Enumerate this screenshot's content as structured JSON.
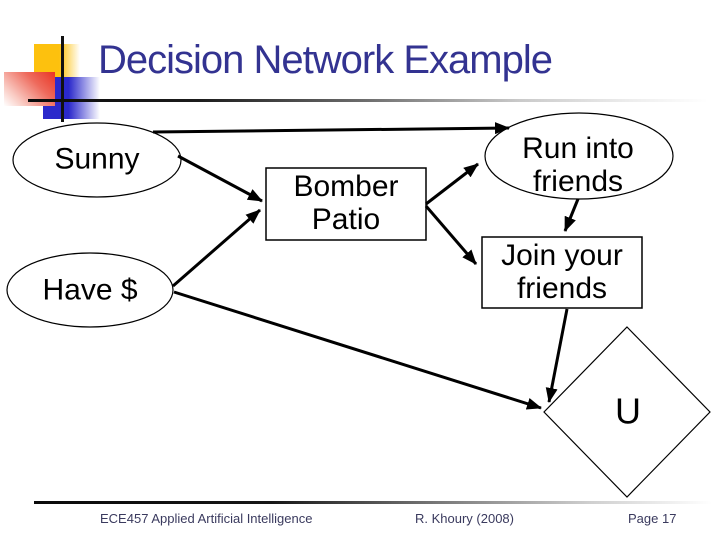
{
  "slide": {
    "title": "Decision Network Example",
    "title_color": "#333391",
    "accent_colors": {
      "yellow": "#fdc10e",
      "blue": "#2b29cb",
      "red": "#e93423"
    }
  },
  "diagram": {
    "nodes": [
      {
        "id": "sunny",
        "label": "Sunny",
        "shape": "ellipse"
      },
      {
        "id": "have-money",
        "label": "Have $",
        "shape": "ellipse"
      },
      {
        "id": "bomber-patio",
        "label": "Bomber Patio",
        "shape": "rectangle"
      },
      {
        "id": "run-into-friends",
        "label": "Run into friends",
        "shape": "ellipse"
      },
      {
        "id": "join-your-friends",
        "label": "Join your friends",
        "shape": "rectangle"
      },
      {
        "id": "utility",
        "label": "U",
        "shape": "diamond"
      }
    ],
    "edges": [
      {
        "from": "sunny",
        "to": "run-into-friends"
      },
      {
        "from": "sunny",
        "to": "bomber-patio"
      },
      {
        "from": "have-money",
        "to": "bomber-patio"
      },
      {
        "from": "have-money",
        "to": "utility"
      },
      {
        "from": "bomber-patio",
        "to": "run-into-friends"
      },
      {
        "from": "bomber-patio",
        "to": "join-your-friends"
      },
      {
        "from": "run-into-friends",
        "to": "join-your-friends"
      },
      {
        "from": "join-your-friends",
        "to": "utility"
      }
    ]
  },
  "footer": {
    "course": "ECE457 Applied Artificial Intelligence",
    "author": "R. Khoury (2008)",
    "page": "Page 17"
  }
}
